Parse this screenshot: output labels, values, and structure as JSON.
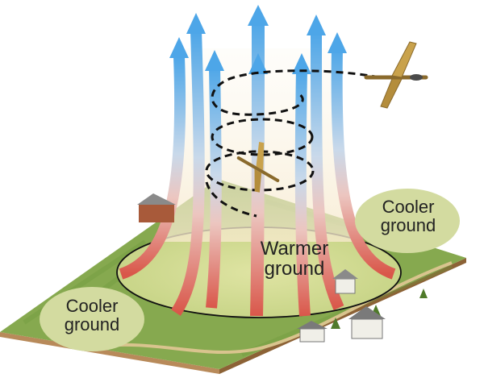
{
  "labels": {
    "cooler_ground_right": [
      "Cooler",
      "ground"
    ],
    "warmer_ground": [
      "Warmer",
      "ground"
    ],
    "cooler_ground_left": [
      "Cooler",
      "ground"
    ]
  },
  "colors": {
    "grass": "#7fa24a",
    "grass_light": "#a6c26a",
    "soil_front": "#b88a5a",
    "soil_side": "#8c6236",
    "warm_band": "#d9574a",
    "air_up": "#4da6e8",
    "label_oval": "#d3dba0",
    "glider": "#c9a24c",
    "path": "#000000"
  },
  "icons": {
    "glider_right": "glider-icon",
    "glider_center": "glider-icon",
    "houses": "house-icon"
  }
}
